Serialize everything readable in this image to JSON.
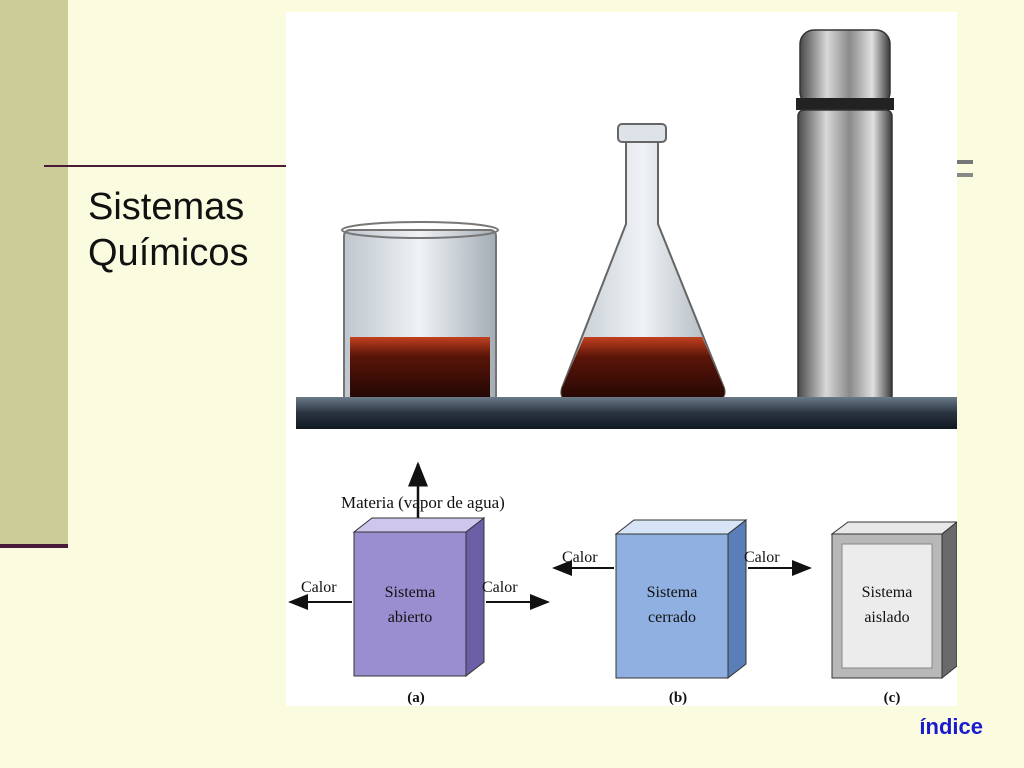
{
  "slide": {
    "title_line1": "Sistemas",
    "title_line2": "Químicos",
    "index_link": "índice"
  },
  "figure": {
    "top_label": "Materia (vapor de agua)",
    "boxes": [
      {
        "label_line1": "Sistema",
        "label_line2": "abierto",
        "caption": "(a)",
        "left_label": "Calor",
        "right_label": "Calor",
        "color": "#9b8ed0"
      },
      {
        "label_line1": "Sistema",
        "label_line2": "cerrado",
        "caption": "(b)",
        "left_label": "Calor",
        "right_label": "Calor",
        "color": "#8fb0e0"
      },
      {
        "label_line1": "Sistema",
        "label_line2": "aislado",
        "caption": "(c)",
        "color": "#b8b8b8"
      }
    ]
  },
  "colors": {
    "background": "#fbfbe0",
    "accent_band": "#cccc99",
    "rule": "#4a1a3a",
    "link": "#1a1ad0"
  }
}
